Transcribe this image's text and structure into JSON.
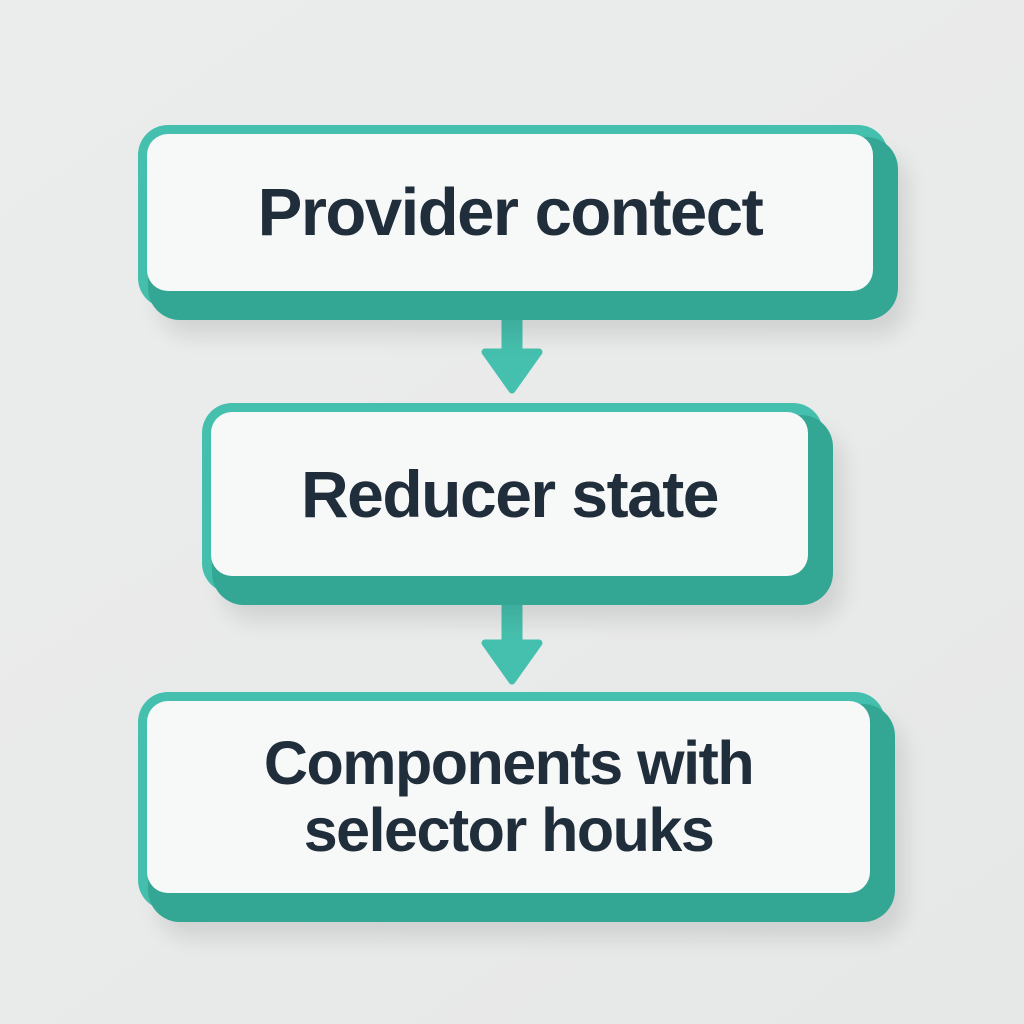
{
  "palette": {
    "teal": "#46c0ae",
    "teal_dark": "#34a794",
    "box_fill": "#f7f8f8",
    "text": "#202d3a",
    "bg": "#e9eaea"
  },
  "diagram": {
    "type": "flowchart-vertical",
    "nodes": [
      {
        "id": "provider-context",
        "label": "Provider contect"
      },
      {
        "id": "reducer-state",
        "label": "Reducer state"
      },
      {
        "id": "components-selector-hooks",
        "label": "Components with selector houks"
      }
    ],
    "edges": [
      {
        "from": "provider-context",
        "to": "reducer-state",
        "direction": "down"
      },
      {
        "from": "reducer-state",
        "to": "components-selector-hooks",
        "direction": "down"
      }
    ]
  }
}
